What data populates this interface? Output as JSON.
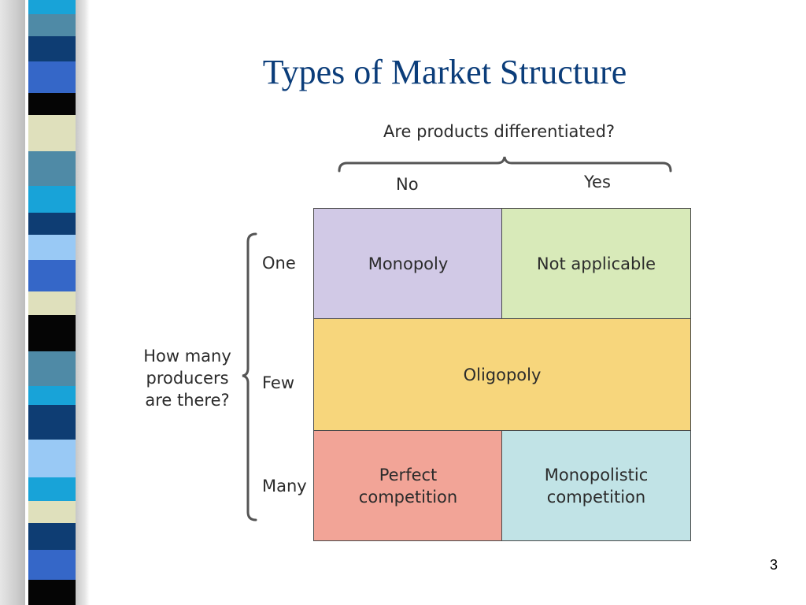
{
  "slide": {
    "title": "Types of Market Structure",
    "page_number": "3"
  },
  "diagram": {
    "top_question": "Are products differentiated?",
    "col_no": "No",
    "col_yes": "Yes",
    "side_question": "How many\nproducers\nare there?",
    "row_one": "One",
    "row_few": "Few",
    "row_many": "Many",
    "cells": {
      "monopoly": "Monopoly",
      "not_applicable": "Not applicable",
      "oligopoly": "Oligopoly",
      "perfect_competition": "Perfect\ncompetition",
      "monopolistic_competition": "Monopolistic\ncompetition"
    }
  },
  "colors": {
    "monopoly": "#d1c9e6",
    "not_applicable": "#d8eab9",
    "oligopoly": "#f7d67c",
    "perfect_competition": "#f2a497",
    "monopolistic_competition": "#c1e3e6",
    "title": "#0b3d7a"
  }
}
